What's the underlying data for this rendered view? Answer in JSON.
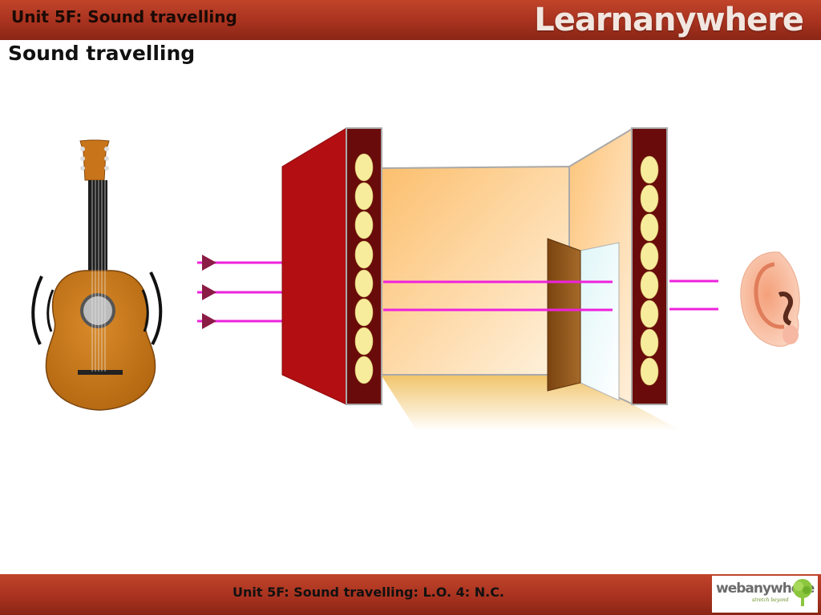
{
  "header": {
    "unit_title": "Unit 5F: Sound travelling",
    "brand": "Learnanywhere"
  },
  "page": {
    "title": "Sound travelling"
  },
  "footer": {
    "text": "Unit 5F: Sound travelling: L.O. 4: N.C.",
    "logo_text": "webanywhere",
    "logo_tagline": "stretch beyond"
  },
  "scene": {
    "icons": [
      "guitar-icon",
      "wall-icon",
      "room-icon",
      "door-icon",
      "ear-icon",
      "sound-arrow-icon"
    ]
  },
  "colors": {
    "bar": "#a8321f",
    "sound_line": "#ee22dd",
    "arrow_head": "#8b1c45",
    "wall": "#b30f12",
    "wall_panel": "#6a0b0b",
    "cushion": "#f7ec9c"
  }
}
